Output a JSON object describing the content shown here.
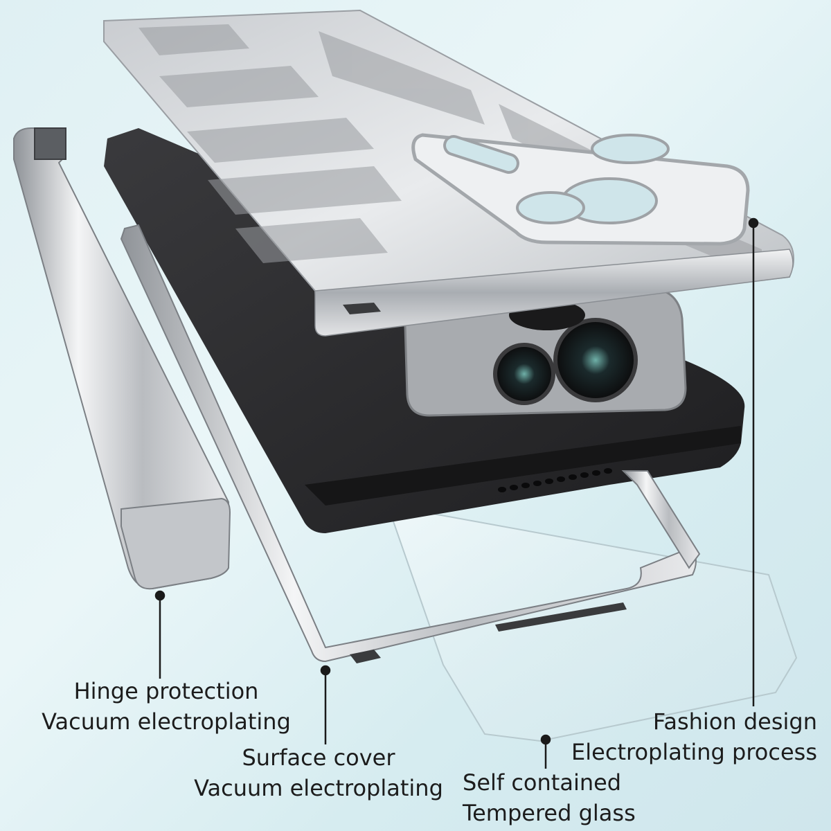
{
  "callouts": {
    "hinge": {
      "line1": "Hinge protection",
      "line2": "Vacuum electroplating"
    },
    "surface": {
      "line1": "Surface cover",
      "line2": "Vacuum electroplating"
    },
    "glass": {
      "line1": "Self contained",
      "line2": "Tempered glass"
    },
    "fashion": {
      "line1": "Fashion design",
      "line2": "Electroplating process"
    }
  },
  "colors": {
    "background": "#e3f2f5",
    "phone_body": "#2b2b2d",
    "chrome": "#d7d9dc",
    "text": "#1c1c1c"
  }
}
